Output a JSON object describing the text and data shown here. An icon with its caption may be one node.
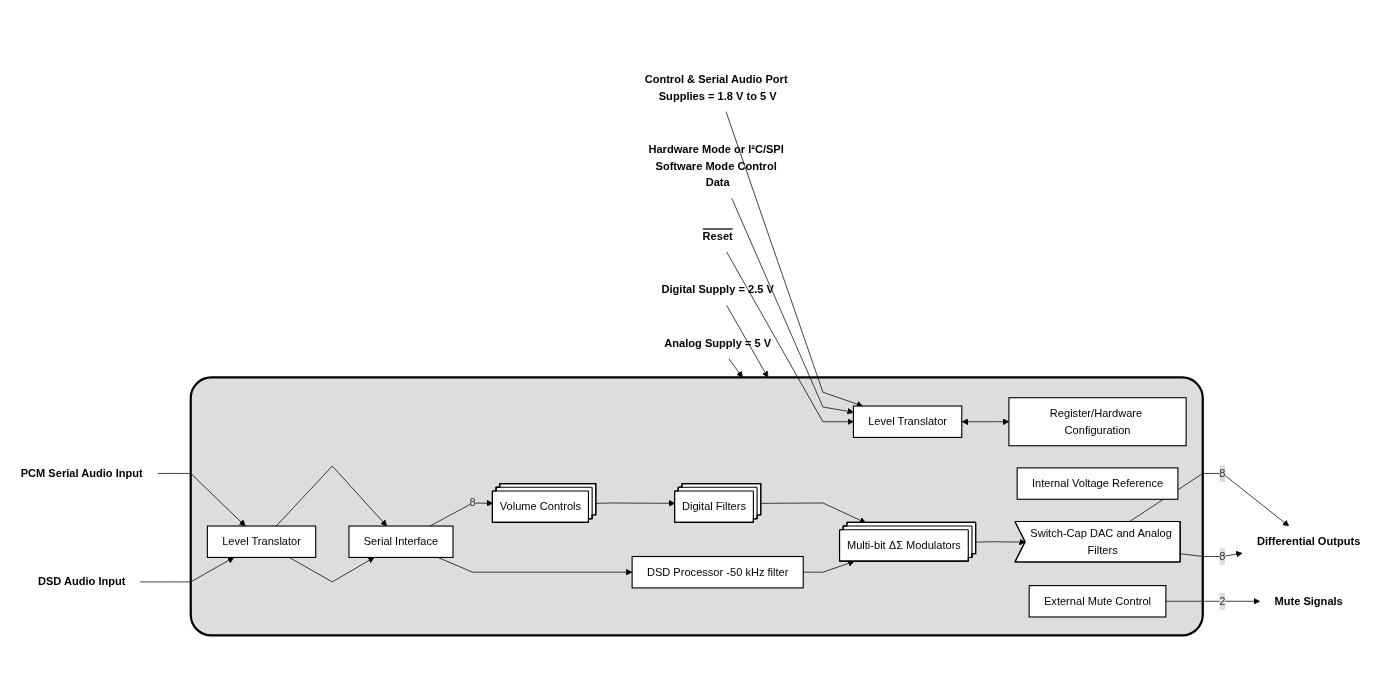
{
  "diagram": {
    "nodes": [
      {
        "text": [],
        "shape": "box"
      },
      {
        "text": [
          "Control & Serial Audio Port Supplies = 1.8 V to 5 V"
        ]
      },
      {
        "text": [
          "Digital Supply = 2.5 V"
        ]
      },
      {
        "text": [
          "Analog Supply = 5 V"
        ]
      },
      {
        "text": [
          "Hardware Mode or I²C/SPI Software Mode Control Data"
        ]
      },
      {
        "text": [
          "Reset"
        ]
      },
      {
        "text": [
          "Level Translator"
        ],
        "in": 0
      },
      {
        "text": [
          "Register/Hardware Configuration"
        ],
        "in": 0
      },
      {
        "text": [
          "Internal Voltage Reference"
        ],
        "in": 0
      },
      {
        "text": [
          "PCM Serial Audio Input"
        ]
      },
      {
        "text": [
          "DSD Audio Input"
        ]
      },
      {
        "text": [
          "Level Translator"
        ],
        "in": 0
      },
      {
        "text": [
          "Serial Interface"
        ],
        "in": 0
      },
      {
        "text": [
          "Volume Controls"
        ],
        "in": 0
      },
      {
        "text": [
          "Digital Filters"
        ],
        "in": 0
      },
      {
        "text": [
          "Multi-bit ΔΣ Modulators"
        ],
        "in": 0
      },
      {
        "text": [
          "Switch-Cap DAC and Analog Filters"
        ],
        "in": 0
      },
      {
        "text": [
          "Differential Outputs"
        ]
      },
      {
        "text": [
          "DSD Processor -50 kHz filter"
        ],
        "in": 0
      },
      {
        "text": [
          "External Mute Control"
        ],
        "in": 0
      },
      {
        "text": [
          "Mute Signals"
        ]
      }
    ],
    "edges": [
      {
        "from": 1,
        "to": 6,
        "arrow": "to"
      },
      {
        "from": 2,
        "to": 0,
        "arrow": "to"
      },
      {
        "from": 3,
        "to": 0,
        "arrow": "to"
      },
      {
        "from": 4,
        "to": 6,
        "arrow": "to"
      },
      {
        "from": 5,
        "to": 6,
        "arrow": "to"
      },
      {
        "from": 6,
        "to": 7,
        "arrow": "both"
      },
      {
        "from": 9,
        "to": 11,
        "arrow": "to"
      },
      {
        "from": 10,
        "to": 11,
        "arrow": "to"
      },
      {
        "from": 11,
        "to": 12,
        "arrow": "to"
      },
      {
        "from": 11,
        "to": 12,
        "arrow": "to"
      },
      {
        "from": 12,
        "to": 13,
        "label": "8",
        "arrow": "to"
      },
      {
        "from": 13,
        "to": 14,
        "arrow": "to"
      },
      {
        "from": 14,
        "to": 15,
        "arrow": "to"
      },
      {
        "from": 15,
        "to": 16,
        "arrow": "to"
      },
      {
        "from": 16,
        "to": 17,
        "label": "8",
        "arrow": "to"
      },
      {
        "from": 16,
        "to": 17,
        "label": "8",
        "arrow": "to"
      },
      {
        "from": 12,
        "to": 18,
        "arrow": "to"
      },
      {
        "from": 18,
        "to": 15,
        "arrow": "to"
      },
      {
        "from": 19,
        "to": 20,
        "label": "2",
        "arrow": "to"
      }
    ]
  }
}
